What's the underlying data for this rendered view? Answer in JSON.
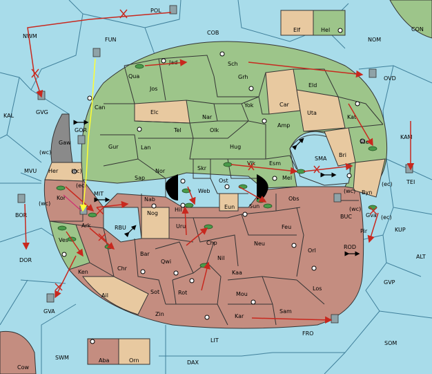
{
  "colors": {
    "sea": "#a8dcea",
    "green": "#9dc58a",
    "tan": "#e8c9a0",
    "red": "#c48d80",
    "grey": "#8a8a8a",
    "order_arrow": "#c8281e",
    "support_arrow": "#ffff33",
    "convoy_mark": "#d03070"
  },
  "sea_labels": {
    "pol": "POL",
    "nwm": "NWM",
    "fun": "FUN",
    "cob": "COB",
    "nom": "NOM",
    "con": "CON",
    "ovd": "OVD",
    "kal": "KAL",
    "gvg": "GVG",
    "gor": "GOR",
    "kam": "KAM",
    "mvu": "MVU",
    "sma": "SMA",
    "tei": "TEI",
    "mit": "MIT",
    "bor": "BOR",
    "buc": "BUC",
    "kup": "KUP",
    "rbu": "RBU",
    "dor": "DOR",
    "rod": "ROD",
    "alt": "ALT",
    "gvp": "GVP",
    "gva": "GVA",
    "fro": "FRO",
    "som": "SOM",
    "lit": "LIT",
    "swm": "SWM",
    "dax": "DAX",
    "cow": "Cow"
  },
  "land_labels": {
    "jad": "Jad",
    "qua": "Qua",
    "sch": "Sch",
    "jos": "Jos",
    "grh": "Grh",
    "eld": "Eld",
    "can": "Can",
    "elc": "Elc",
    "yok": "Yok",
    "car": "Car",
    "uta": "Uta",
    "nar": "Nar",
    "tel": "Tel",
    "olk": "Olk",
    "amp": "Amp",
    "kat": "Kat",
    "gaw": "Gaw",
    "gur": "Gur",
    "lan": "Lan",
    "hug": "Hug",
    "rle": "Rle",
    "wc1": "(wc)",
    "her": "Her",
    "ec1": "(ec)",
    "nor": "Nor",
    "vik": "Vik",
    "esm": "Esm",
    "bri": "Bri",
    "skr": "Skr",
    "ost": "Ost",
    "sap": "Sap",
    "web": "Web",
    "mel": "Mel",
    "ec2": "(ec)",
    "kor": "Kor",
    "wc2": "(wc)",
    "wc3": "(wc)",
    "byn": "Byn",
    "ec3": "(ec)",
    "nab": "Nab",
    "hil": "Hil",
    "eun": "Eun",
    "sun": "Sun",
    "obs": "Obs",
    "ark": "Ark",
    "nog": "Nog",
    "wc4": "(wc)",
    "ec4": "(ec)",
    "gva_c": "Gva",
    "uru": "Uru",
    "feu": "Feu",
    "pir": "Pir",
    "ves": "Ves",
    "chp": "Chp",
    "neu": "Neu",
    "bar": "Bar",
    "qwi": "Qwi",
    "orl": "Orl",
    "ken": "Ken",
    "chr": "Chr",
    "nil": "Nil",
    "kaa": "Kaa",
    "sot": "Sot",
    "rot": "Rot",
    "los": "Los",
    "ail": "Ail",
    "mou": "Mou",
    "zin": "Zin",
    "kar": "Kar",
    "sam": "Sam",
    "elf": "Elf",
    "hel": "Hel",
    "aba": "Aba",
    "orn": "Orn"
  }
}
